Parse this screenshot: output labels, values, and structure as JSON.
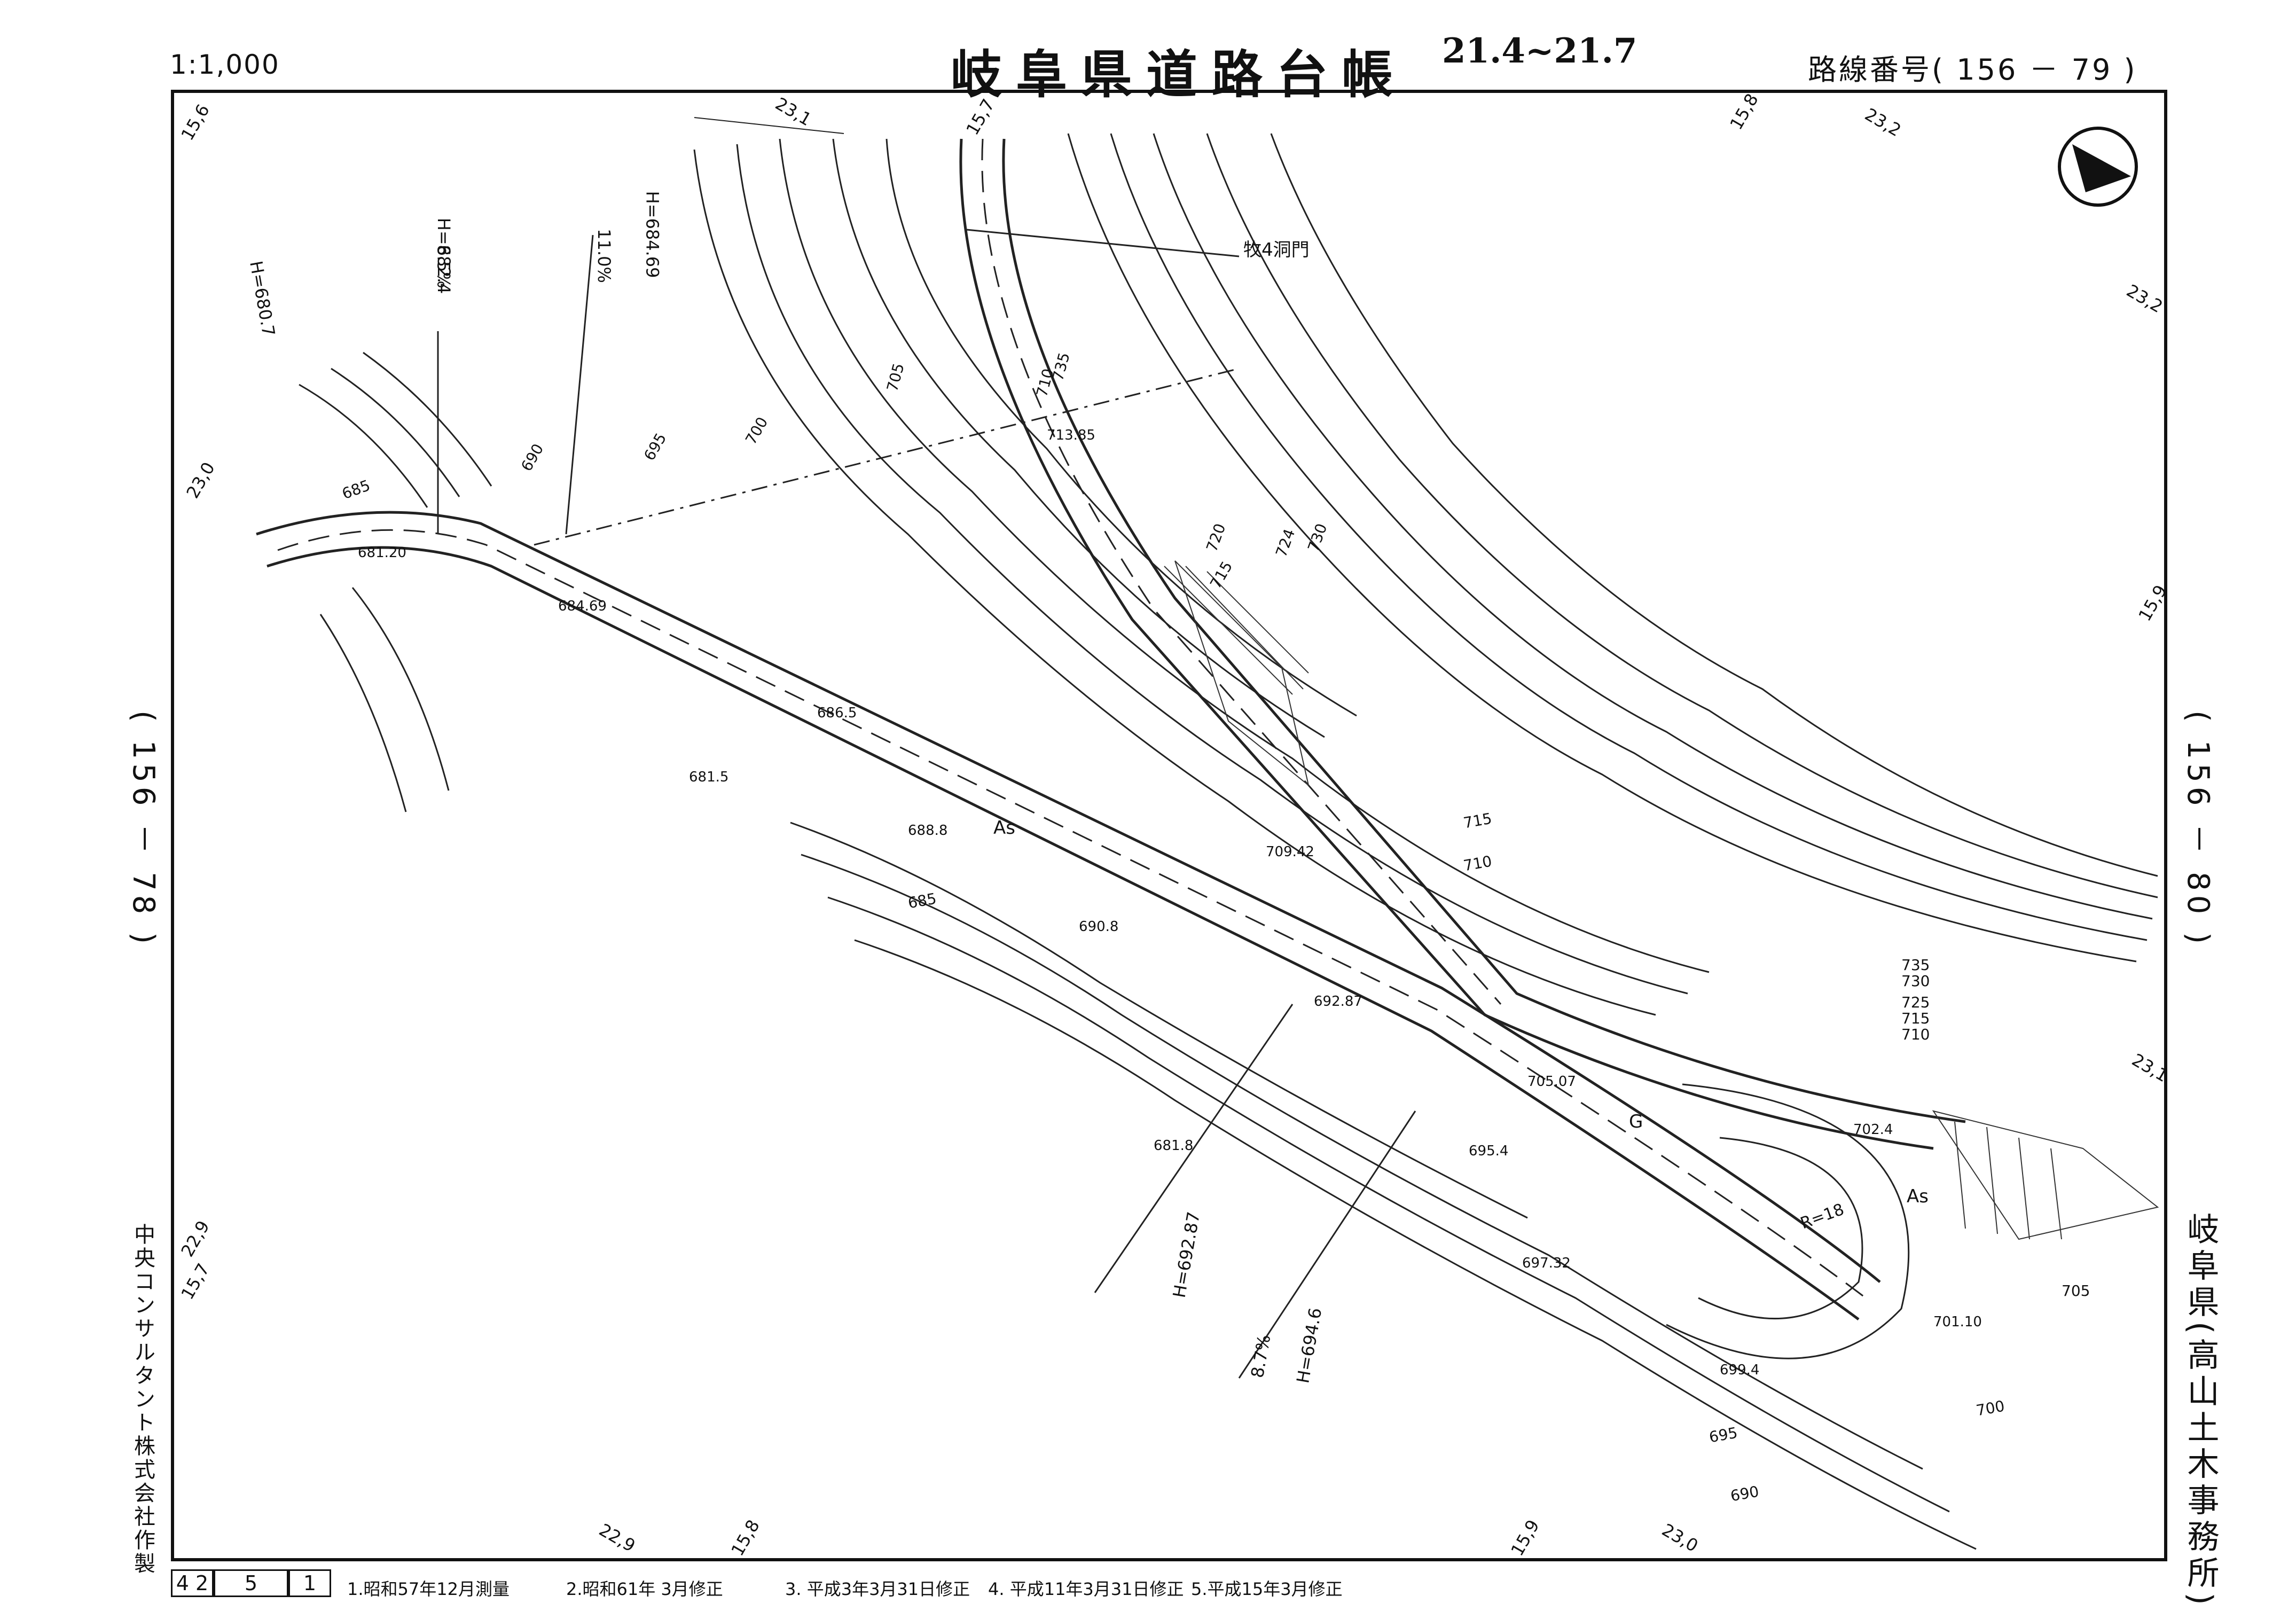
{
  "header": {
    "scale": "1:1,000",
    "title": "岐阜県道路台帳",
    "period": "21.4~21.7",
    "route_number": "路線番号( 156 － 79 )"
  },
  "adjacent_sheets": {
    "left": "( 156 － 78 )",
    "right": "( 156 － 80 )"
  },
  "office": "岐阜県(高山土木事務所)",
  "maker": "中央コンサルタント株式会社作製",
  "north_arrow": "north-arrow-icon",
  "footer": {
    "sheet_boxes": [
      "4 2",
      "5",
      "1"
    ],
    "revisions": [
      "1.昭和57年12月測量",
      "2.昭和61年 3月修正",
      "3. 平成3年3月31日修正",
      "4. 平成11年3月31日修正",
      "5.平成15年3月修正"
    ]
  },
  "map_labels": {
    "tunnel_gate": "牧4洞門",
    "grid": [
      "15,6",
      "23,1",
      "15,7",
      "15,8",
      "23,2",
      "23,2",
      "23,0",
      "15,9",
      "23,1",
      "22,9",
      "15,7",
      "22,9",
      "15,8",
      "15,9",
      "23,0"
    ],
    "contours": [
      "685",
      "690",
      "695",
      "700",
      "705",
      "710",
      "715",
      "720",
      "724",
      "730",
      "735",
      "715",
      "710",
      "735",
      "730",
      "725",
      "715",
      "710",
      "705",
      "700",
      "695",
      "690",
      "685"
    ],
    "heights": [
      "H=680.7",
      "H=682.4",
      "8.5%",
      "H=684.69",
      "11.0%",
      "H=692.87",
      "H=694.6",
      "8.7%"
    ],
    "spot_elevations": [
      "681.20",
      "684.69",
      "686.5",
      "681.5",
      "688.8",
      "690.8",
      "692.87",
      "709.42",
      "713.85",
      "705.07",
      "695.4",
      "697.32",
      "681.8",
      "699.4",
      "702.4",
      "701.10"
    ],
    "surfaces": [
      "As",
      "As",
      "G"
    ],
    "radius": "R=18"
  }
}
